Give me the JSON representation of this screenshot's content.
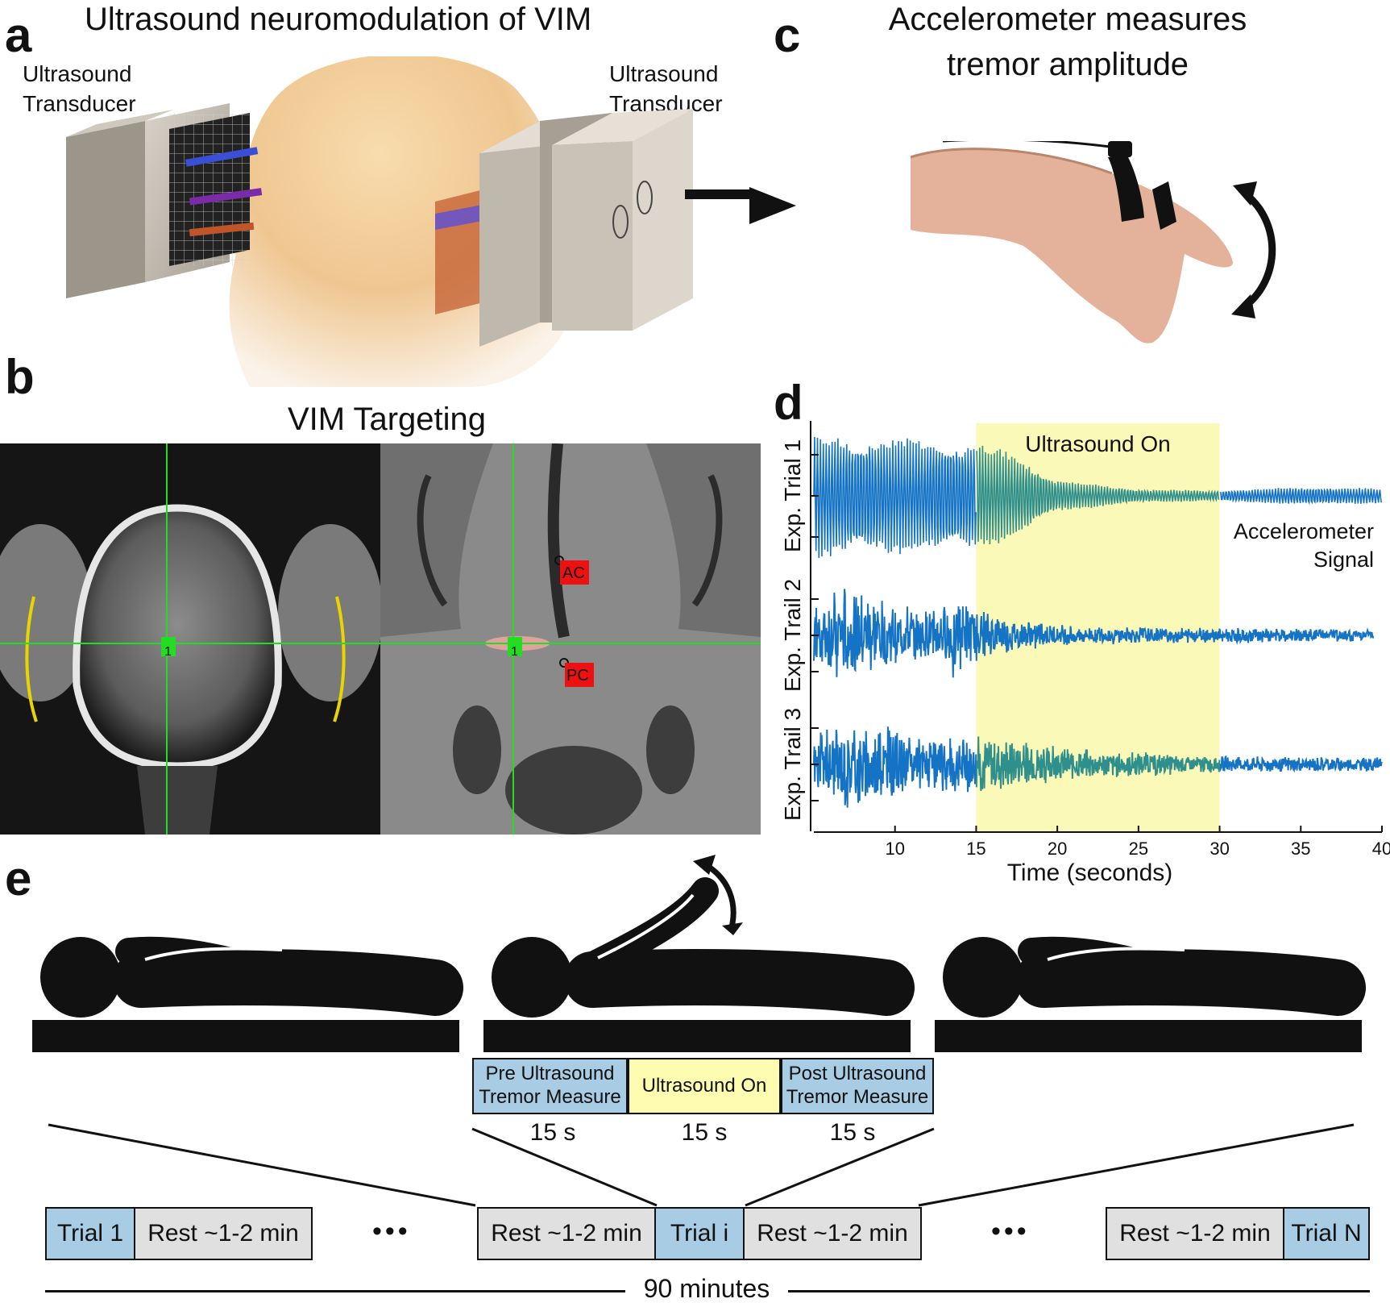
{
  "panel_letters": {
    "a": "a",
    "b": "b",
    "c": "c",
    "d": "d",
    "e": "e"
  },
  "panel_a": {
    "title": "Ultrasound neuromodulation of VIM",
    "left_transducer": [
      "Ultrasound",
      "Transducer"
    ],
    "right_transducer": [
      "Ultrasound",
      "Transducer"
    ]
  },
  "panel_b": {
    "title": "VIM Targeting",
    "markers": {
      "target_left": "1",
      "target_right": "1",
      "ac": "AC",
      "pc": "PC"
    }
  },
  "panel_c": {
    "title": [
      "Accelerometer measures",
      "tremor amplitude"
    ]
  },
  "panel_e": {
    "phase_boxes": [
      {
        "lines": [
          "Pre Ultrasound",
          "Tremor Measure"
        ],
        "duration": "15 s"
      },
      {
        "lines": [
          "Ultrasound On"
        ],
        "duration": "15 s"
      },
      {
        "lines": [
          "Post Ultrasound",
          "Tremor Measure"
        ],
        "duration": "15 s"
      }
    ],
    "timeline": {
      "trial_1": "Trial 1",
      "rest": "Rest ~1-2 min",
      "ellipsis": "•••",
      "trial_i": "Trial i",
      "trial_n": "Trial N"
    },
    "total": "90 minutes"
  },
  "colors": {
    "signal": "#1473c4",
    "signal_on": "#2e8f8c",
    "highlight": "#fbf9b8",
    "box_blue": "#a8cce4",
    "box_gray": "#e0e0e0",
    "box_yellow": "#fdfcb0",
    "crosshair": "#22dd22",
    "marker_red": "#ee1111"
  },
  "chart_data": {
    "type": "line",
    "xlabel": "Time (seconds)",
    "xlim": [
      5,
      40
    ],
    "xticks": [
      10,
      15,
      20,
      25,
      30,
      35,
      40
    ],
    "highlight": {
      "x0": 15,
      "x1": 30,
      "label": "Ultrasound On"
    },
    "annotation": [
      "Accelerometer",
      "Signal"
    ],
    "series": [
      {
        "name": "Exp. Trial 1",
        "x_end": 40,
        "envelope": [
          [
            5,
            0.85
          ],
          [
            10,
            0.8
          ],
          [
            15,
            0.75
          ],
          [
            18,
            0.5
          ],
          [
            20,
            0.22
          ],
          [
            25,
            0.09
          ],
          [
            30,
            0.07
          ],
          [
            35,
            0.12
          ],
          [
            40,
            0.1
          ]
        ]
      },
      {
        "name": "Exp. Trail 2",
        "x_end": 39.5,
        "envelope": [
          [
            5,
            0.5
          ],
          [
            7.5,
            0.75
          ],
          [
            10,
            0.45
          ],
          [
            12,
            0.35
          ],
          [
            13.5,
            0.6
          ],
          [
            15,
            0.4
          ],
          [
            20,
            0.15
          ],
          [
            25,
            0.12
          ],
          [
            30,
            0.12
          ],
          [
            35,
            0.1
          ],
          [
            39.5,
            0.08
          ]
        ]
      },
      {
        "name": "Exp. Trail 3",
        "x_end": 40,
        "envelope": [
          [
            5,
            0.45
          ],
          [
            7,
            0.65
          ],
          [
            10,
            0.55
          ],
          [
            12,
            0.4
          ],
          [
            14,
            0.45
          ],
          [
            15,
            0.45
          ],
          [
            17,
            0.42
          ],
          [
            20,
            0.25
          ],
          [
            25,
            0.18
          ],
          [
            30,
            0.12
          ],
          [
            35,
            0.12
          ],
          [
            40,
            0.1
          ]
        ]
      }
    ]
  }
}
